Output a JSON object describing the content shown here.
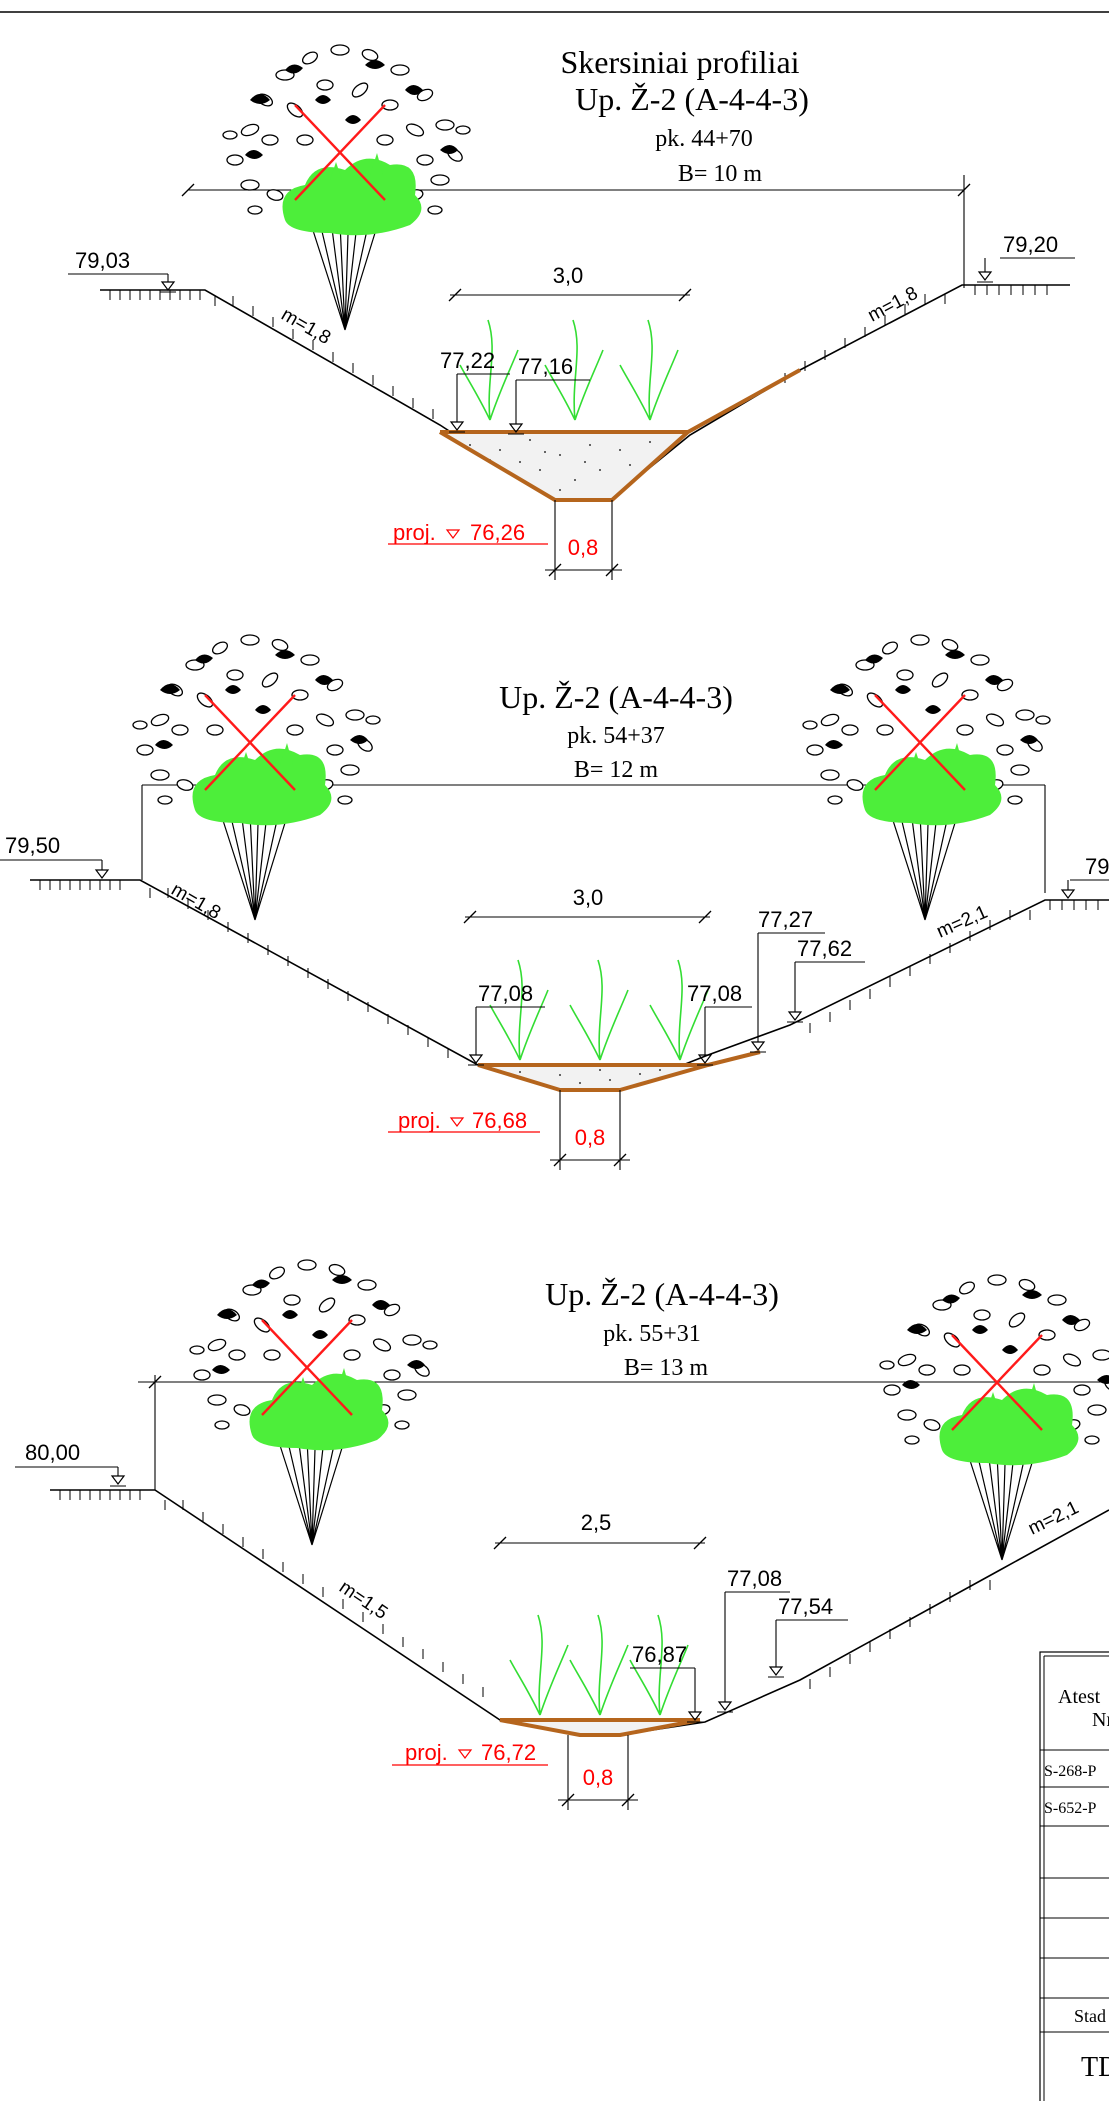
{
  "header": {
    "title": "Skersiniai profiliai"
  },
  "profiles": [
    {
      "name": "Up. Ž-2 (A-4-4-3)",
      "pk": "pk. 44+70",
      "width": "B= 10 m",
      "left_bank": "79,03",
      "right_bank": "79,20",
      "bottom_width": "3,0",
      "levels": [
        "77,22",
        "77,16"
      ],
      "project_prefix": "proj.",
      "project_level": "76,26",
      "trench": "0,8",
      "slope_left": "m=1,8",
      "slope_right": "m=1,8"
    },
    {
      "name": "Up. Ž-2 (A-4-4-3)",
      "pk": "pk. 54+37",
      "width": "B= 12 m",
      "left_bank": "79,50",
      "right_bank": "79",
      "bottom_width": "3,0",
      "levels": [
        "77,08",
        "77,08",
        "77,27",
        "77,62"
      ],
      "project_prefix": "proj.",
      "project_level": "76,68",
      "trench": "0,8",
      "slope_left": "m=1,8",
      "slope_right": "m=2,1"
    },
    {
      "name": "Up. Ž-2 (A-4-4-3)",
      "pk": "pk. 55+31",
      "width": "B= 13 m",
      "left_bank": "80,00",
      "bottom_width": "2,5",
      "levels": [
        "76,87",
        "77,08",
        "77,54"
      ],
      "project_prefix": "proj.",
      "project_level": "76,72",
      "trench": "0,8",
      "slope_left": "m=1,5",
      "slope_right": "m=2,1"
    }
  ],
  "title_block": {
    "heading_line1": "Atest",
    "heading_line2": "Nr",
    "row1": "S-268-P",
    "row2": "S-652-P",
    "stage": "Stad",
    "code": "TD"
  },
  "colors": {
    "clay": "#b5651d",
    "grass": "#33dd33",
    "bush": "#4dee3a",
    "design": "#ff0000"
  }
}
